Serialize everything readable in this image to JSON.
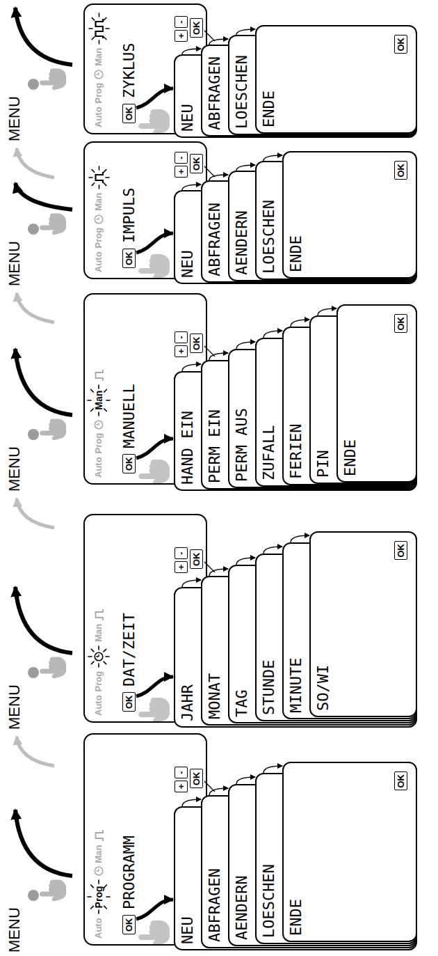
{
  "diagram": {
    "nodes": [
      {
        "text": [
          "PROGRAMM"
        ]
      },
      {
        "text": [
          "OK"
        ],
        "in": 0
      },
      {
        "text": [
          "+"
        ]
      },
      {
        "text": [
          "-"
        ]
      },
      {
        "text": [
          "OK"
        ]
      },
      {
        "text": [
          "NEU"
        ]
      },
      {
        "text": [
          "ABFRAGEN"
        ]
      },
      {
        "text": [
          "AENDERN"
        ]
      },
      {
        "text": [
          "LOESCHEN"
        ]
      },
      {
        "text": [
          "ENDE"
        ]
      },
      {
        "text": [
          "OK"
        ],
        "in": 9
      },
      {
        "text": [
          "DAT/ZEIT"
        ]
      },
      {
        "text": [
          "OK"
        ],
        "in": 11
      },
      {
        "text": [
          "+"
        ]
      },
      {
        "text": [
          "-"
        ]
      },
      {
        "text": [
          "OK"
        ]
      },
      {
        "text": [
          "JAHR"
        ]
      },
      {
        "text": [
          "MONAT"
        ]
      },
      {
        "text": [
          "TAG"
        ]
      },
      {
        "text": [
          "STUNDE"
        ]
      },
      {
        "text": [
          "MINUTE"
        ]
      },
      {
        "text": [
          "SO/WI"
        ]
      },
      {
        "text": [
          "OK"
        ],
        "in": 21
      },
      {
        "text": [
          "MANUELL"
        ]
      },
      {
        "text": [
          "OK"
        ],
        "in": 23
      },
      {
        "text": [
          "+"
        ]
      },
      {
        "text": [
          "-"
        ]
      },
      {
        "text": [
          "OK"
        ]
      },
      {
        "text": [
          "HAND EIN"
        ]
      },
      {
        "text": [
          "PERM EIN"
        ]
      },
      {
        "text": [
          "PERM AUS"
        ]
      },
      {
        "text": [
          "ZUFALL"
        ]
      },
      {
        "text": [
          "FERIEN"
        ]
      },
      {
        "text": [
          "PIN"
        ]
      },
      {
        "text": [
          "ENDE"
        ]
      },
      {
        "text": [
          "OK"
        ],
        "in": 34
      },
      {
        "text": [
          "IMPULS"
        ]
      },
      {
        "text": [
          "OK"
        ],
        "in": 36
      },
      {
        "text": [
          "+"
        ]
      },
      {
        "text": [
          "-"
        ]
      },
      {
        "text": [
          "OK"
        ]
      },
      {
        "text": [
          "NEU"
        ]
      },
      {
        "text": [
          "ABFRAGEN"
        ]
      },
      {
        "text": [
          "AENDERN"
        ]
      },
      {
        "text": [
          "LOESCHEN"
        ]
      },
      {
        "text": [
          "ENDE"
        ]
      },
      {
        "text": [
          "OK"
        ],
        "in": 45
      },
      {
        "text": [
          "ZYKLUS"
        ]
      },
      {
        "text": [
          "OK"
        ],
        "in": 47
      },
      {
        "text": [
          "+"
        ]
      },
      {
        "text": [
          "-"
        ]
      },
      {
        "text": [
          "OK"
        ]
      },
      {
        "text": [
          "NEU"
        ]
      },
      {
        "text": [
          "ABFRAGEN"
        ]
      },
      {
        "text": [
          "LOESCHEN"
        ]
      },
      {
        "text": [
          "ENDE"
        ]
      },
      {
        "text": [
          "OK"
        ],
        "in": 55
      }
    ],
    "edges": [
      {
        "from": 1,
        "to": 5,
        "arrow": "to"
      },
      {
        "from": 5,
        "to": 6,
        "arrow": "to"
      },
      {
        "from": 6,
        "to": 7,
        "arrow": "to"
      },
      {
        "from": 7,
        "to": 8,
        "arrow": "to"
      },
      {
        "from": 8,
        "to": 9,
        "arrow": "to"
      },
      {
        "from": 12,
        "to": 16,
        "arrow": "to"
      },
      {
        "from": 16,
        "to": 17,
        "arrow": "to"
      },
      {
        "from": 17,
        "to": 18,
        "arrow": "to"
      },
      {
        "from": 18,
        "to": 19,
        "arrow": "to"
      },
      {
        "from": 19,
        "to": 20,
        "arrow": "to"
      },
      {
        "from": 20,
        "to": 21,
        "arrow": "to"
      },
      {
        "from": 24,
        "to": 28,
        "arrow": "to"
      },
      {
        "from": 28,
        "to": 29,
        "arrow": "to"
      },
      {
        "from": 29,
        "to": 30,
        "arrow": "to"
      },
      {
        "from": 30,
        "to": 31,
        "arrow": "to"
      },
      {
        "from": 31,
        "to": 32,
        "arrow": "to"
      },
      {
        "from": 32,
        "to": 33,
        "arrow": "to"
      },
      {
        "from": 33,
        "to": 34,
        "arrow": "to"
      },
      {
        "from": 37,
        "to": 41,
        "arrow": "to"
      },
      {
        "from": 41,
        "to": 42,
        "arrow": "to"
      },
      {
        "from": 42,
        "to": 43,
        "arrow": "to"
      },
      {
        "from": 43,
        "to": 44,
        "arrow": "to"
      },
      {
        "from": 44,
        "to": 45,
        "arrow": "to"
      },
      {
        "from": 48,
        "to": 52,
        "arrow": "to"
      },
      {
        "from": 52,
        "to": 53,
        "arrow": "to"
      },
      {
        "from": 53,
        "to": 54,
        "arrow": "to"
      },
      {
        "from": 54,
        "to": 55,
        "arrow": "to"
      }
    ],
    "labels": [
      "MENU",
      "Auto",
      "Prog",
      "Man",
      "MENU",
      "Auto",
      "Prog",
      "Man",
      "MENU",
      "Auto",
      "Prog",
      "Man",
      "MENU",
      "Auto",
      "Prog",
      "Man",
      "MENU",
      "Auto",
      "Prog",
      "Man"
    ]
  }
}
